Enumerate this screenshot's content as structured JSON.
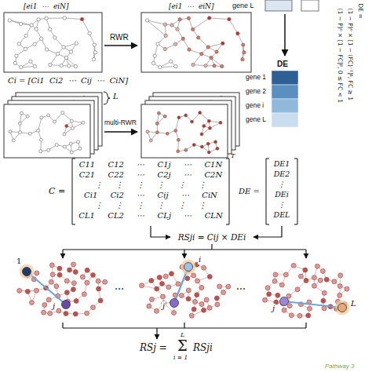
{
  "diagram": {
    "labels": [
      "[ei1  ⋯  eiN]",
      "[ei1  ⋯  eiN]",
      "RWR",
      "multi-RWR",
      "Ci = [Ci1  Ci2  ⋯  Cij  ⋯  CiN]",
      "L",
      "gene L",
      "DE =",
      "(1 − P)ᵅ × [1 − (FC)⁻¹]ᵝ, FC ≥ 1",
      "(1 − P)ᵅ × [1 − FC]ᵝ, 0 ≤ FC < 1",
      "DE",
      "gene 1",
      "gene 2",
      "gene i",
      "gene L",
      "C =",
      "C11  C12  ⋯  C1j  ⋯  C1N",
      "C21  C22  ⋯  C2j  ⋯  C2N",
      "⋮  ⋮  ⋮  ⋮  ⋮  ⋮",
      "Ci1  Ci2  ⋯  Cij  ⋯  CiN",
      "⋮  ⋮  ⋮  ⋮  ⋮  ⋮",
      "CL1  CL2  ⋯  CLj  ⋯  CLN",
      "T",
      "DE =",
      "DE1",
      "DE2",
      "⋮",
      "DEi",
      "⋮",
      "DEL",
      "RSji = Cij × DEi",
      "1",
      "j",
      "⋯",
      "i",
      "j",
      "⋯",
      "j",
      "L",
      "RSj =",
      "L",
      "Σ",
      "i = 1",
      "RSji",
      "Pathway 3"
    ]
  }
}
